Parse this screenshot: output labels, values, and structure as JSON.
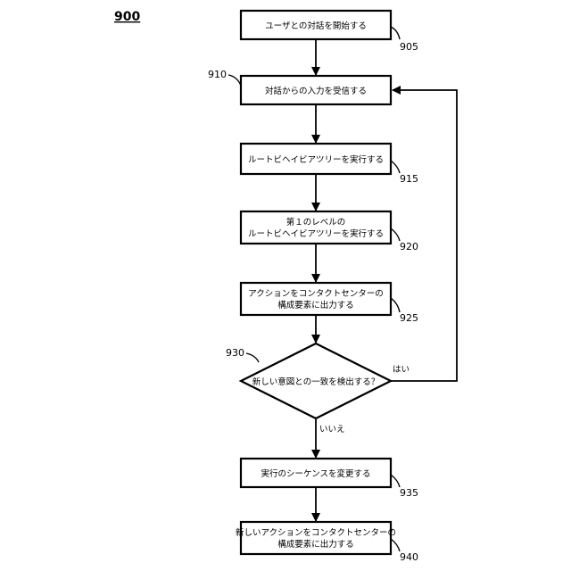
{
  "figure": {
    "number": "900"
  },
  "steps": {
    "s905": {
      "ref": "905",
      "lines": [
        "ユーザとの対話を開始する"
      ]
    },
    "s910": {
      "ref": "910",
      "lines": [
        "対話からの入力を受信する"
      ]
    },
    "s915": {
      "ref": "915",
      "lines": [
        "ルートビヘイビアツリーを実行する"
      ]
    },
    "s920": {
      "ref": "920",
      "lines": [
        "第１のレベルの",
        "ルートビヘイビアツリーを実行する"
      ]
    },
    "s925": {
      "ref": "925",
      "lines": [
        "アクションをコンタクトセンターの",
        "構成要素に出力する"
      ]
    },
    "d930": {
      "ref": "930",
      "lines": [
        "新しい意図との一致を検出する？"
      ]
    },
    "s935": {
      "ref": "935",
      "lines": [
        "実行のシーケンスを変更する"
      ]
    },
    "s940": {
      "ref": "940",
      "lines": [
        "新しいアクションをコンタクトセンターの",
        "構成要素に出力する"
      ]
    }
  },
  "edges": {
    "yes_label": "はい",
    "no_label": "いいえ"
  }
}
